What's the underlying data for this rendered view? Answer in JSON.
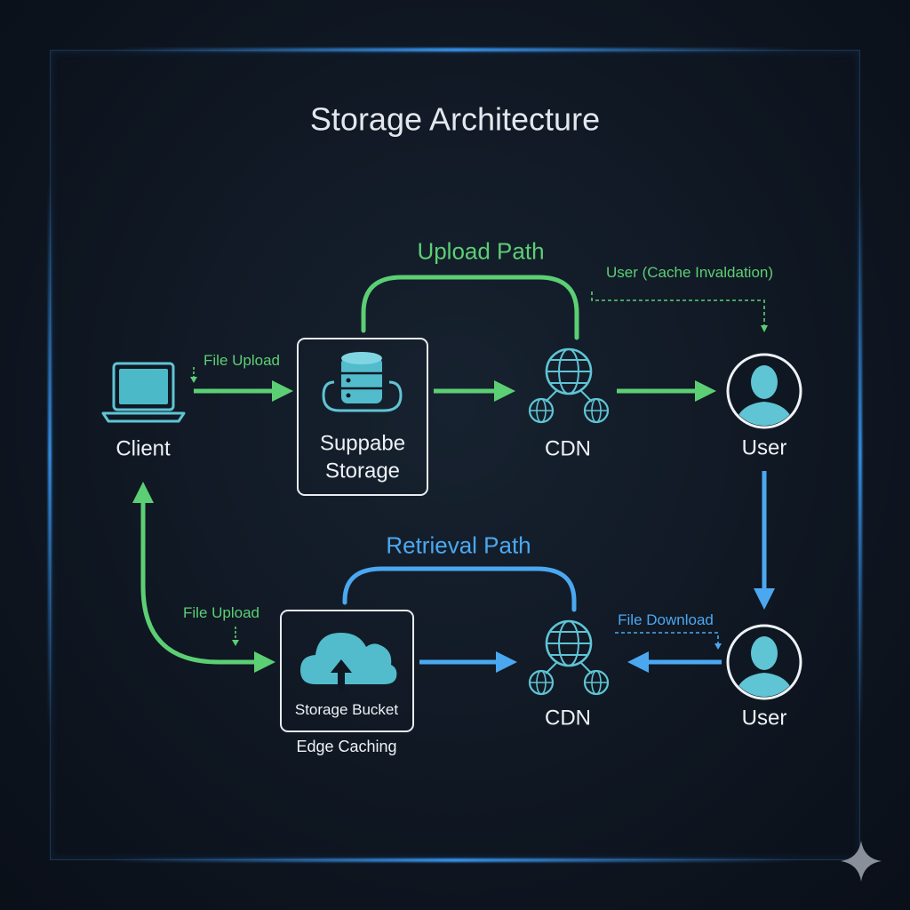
{
  "title": "Storage Architecture",
  "upload_path": {
    "title": "Upload Path",
    "file_upload_label": "File Upload",
    "cache_invalidation_label": "User (Cache Invaldation)"
  },
  "retrieval_path": {
    "title": "Retrieval Path",
    "file_upload_label": "File Upload",
    "file_download_label": "File Download"
  },
  "nodes": {
    "client": {
      "label": "Client",
      "icon": "laptop-icon"
    },
    "storage": {
      "label_line1": "Suppabe",
      "label_line2": "Storage",
      "icon": "database-icon"
    },
    "cdn_top": {
      "label": "CDN",
      "icon": "globe-network-icon"
    },
    "user_top": {
      "label": "User",
      "icon": "user-icon"
    },
    "bucket": {
      "label": "Storage Bucket",
      "caption": "Edge Caching",
      "icon": "cloud-upload-icon"
    },
    "cdn_bottom": {
      "label": "CDN",
      "icon": "globe-network-icon"
    },
    "user_bottom": {
      "label": "User",
      "icon": "user-icon"
    }
  },
  "colors": {
    "upload": "#5ccf74",
    "retrieval": "#4ba8f0",
    "icon": "#5fc4d4",
    "text": "#eef2f6",
    "background": "#0f1722"
  }
}
